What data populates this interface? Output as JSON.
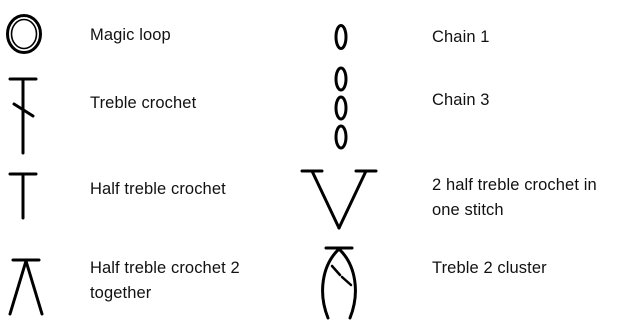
{
  "legend": {
    "magic_loop": {
      "label": "Magic loop",
      "icon": "magic-loop-symbol"
    },
    "treble_crochet": {
      "label": "Treble crochet",
      "icon": "treble-crochet-symbol"
    },
    "half_treble_crochet": {
      "label": "Half treble crochet",
      "icon": "half-treble-crochet-symbol"
    },
    "htr2tog": {
      "label_line1": "Half treble crochet 2",
      "label_line2": "together",
      "icon": "htr2tog-symbol"
    },
    "chain_1": {
      "label": "Chain 1",
      "icon": "chain-1-symbol"
    },
    "chain_3": {
      "label": "Chain 3",
      "icon": "chain-3-symbol"
    },
    "two_htr_one_stitch": {
      "label_line1": "2 half treble crochet in",
      "label_line2": "one stitch",
      "icon": "2htr-in-one-stitch-symbol"
    },
    "treble_2_cluster": {
      "label": "Treble 2 cluster",
      "icon": "treble-2-cluster-symbol"
    }
  },
  "colors": {
    "ink": "#000000",
    "background": "#ffffff"
  }
}
